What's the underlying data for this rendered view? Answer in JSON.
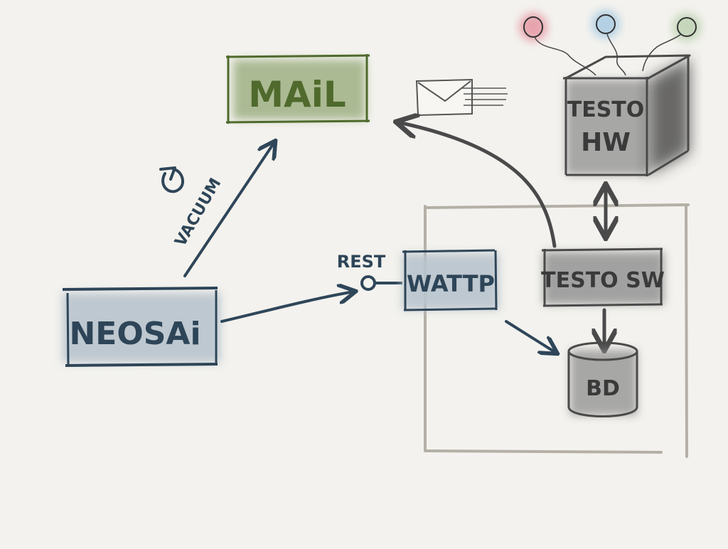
{
  "nodes": {
    "mail": {
      "label": "MAiL"
    },
    "neosai": {
      "label": "NEOSAi"
    },
    "wattp": {
      "label": "WATTP"
    },
    "testo_sw": {
      "label": "TESTO SW"
    },
    "testo_hw": {
      "label_line1": "TESTO",
      "label_line2": "HW"
    },
    "bd": {
      "label": "BD"
    }
  },
  "annotations": {
    "rest": "REST",
    "vacuum": "VACUUM"
  },
  "balloons": [
    "red",
    "blue",
    "green"
  ],
  "colors": {
    "background": "#f3f2ee",
    "neosai_fill": "#b9c4cd",
    "neosai_line": "#2e4558",
    "mail_fill": "#9fb184",
    "mail_line": "#4f6a2c",
    "grey_fill": "#8e8e8e",
    "grey_line": "#4a4a4a",
    "boundary": "#b4b0a6",
    "arrow_blue": "#2f4659",
    "arrow_dark": "#4a4a4a",
    "balloon_red": "#e0667a",
    "balloon_blue": "#7fb4dc",
    "balloon_green": "#9fbf8f"
  },
  "icons": [
    "envelope-icon",
    "refresh-icon",
    "balloon-icon"
  ]
}
